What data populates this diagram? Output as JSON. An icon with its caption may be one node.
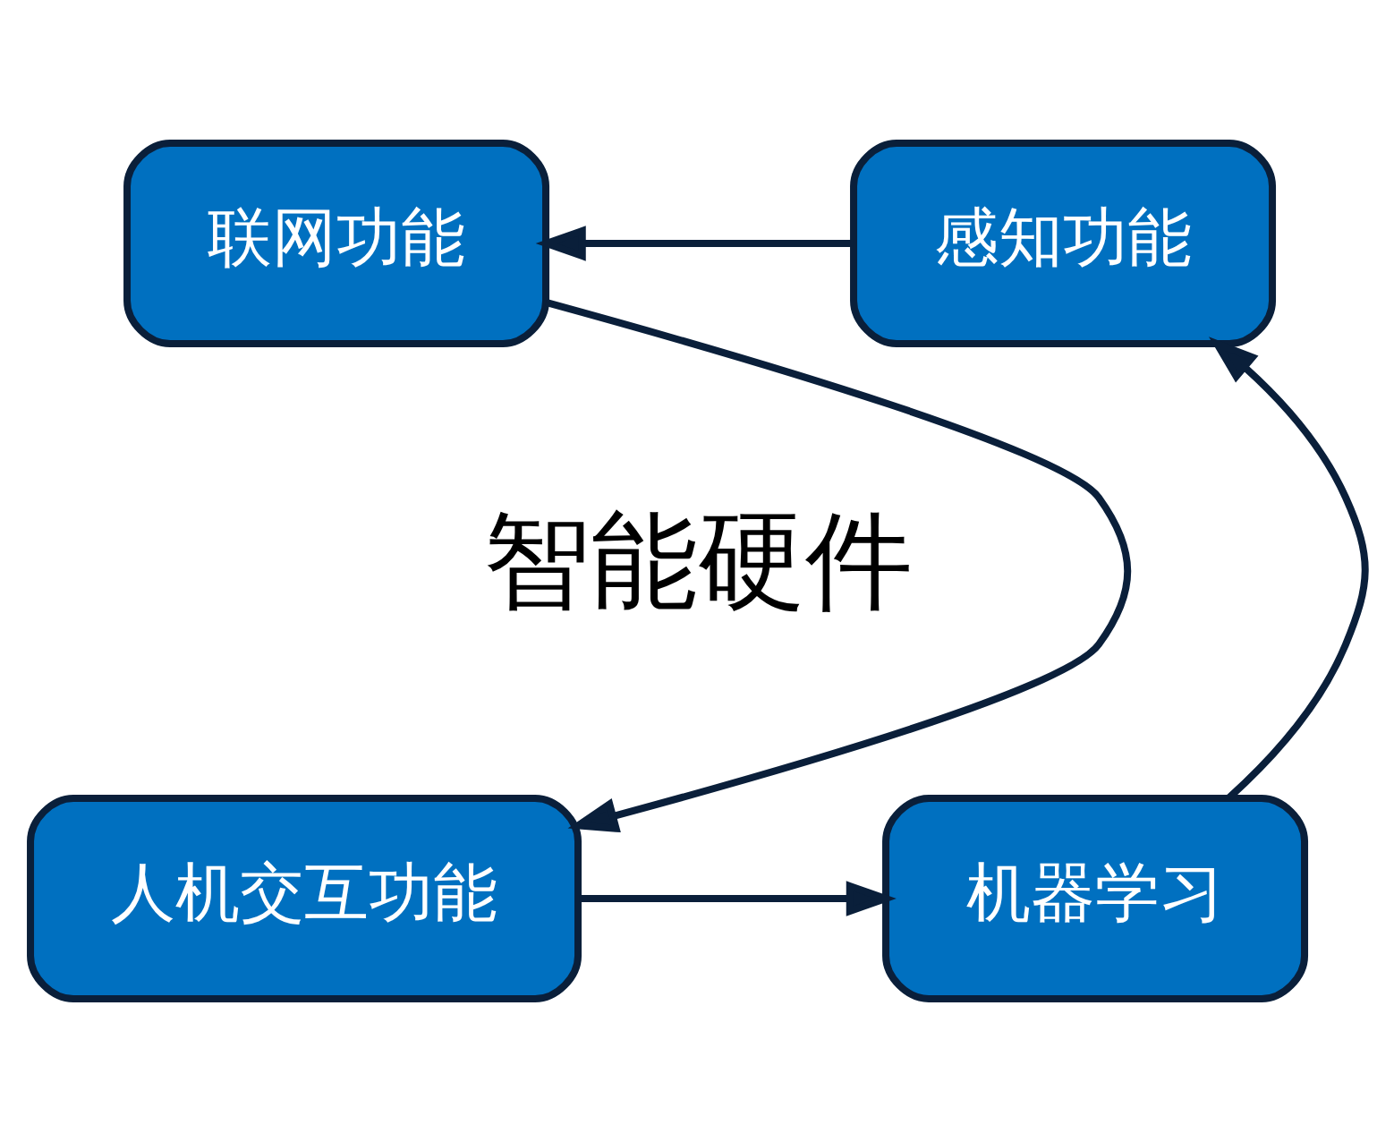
{
  "diagram": {
    "nodes": [
      {
        "text": [
          "智能硬件"
        ]
      },
      {
        "text": [
          "感知功能"
        ]
      },
      {
        "text": [
          "联网功能"
        ]
      },
      {
        "text": [
          "人机交互功能"
        ]
      },
      {
        "text": [
          "机器学习"
        ]
      }
    ],
    "edges": [
      {
        "from": 1,
        "to": 2,
        "arrow": "to"
      },
      {
        "from": 2,
        "to": 3,
        "arrow": "to"
      },
      {
        "from": 3,
        "to": 4,
        "arrow": "to"
      },
      {
        "from": 4,
        "to": 1,
        "arrow": "to"
      }
    ]
  }
}
